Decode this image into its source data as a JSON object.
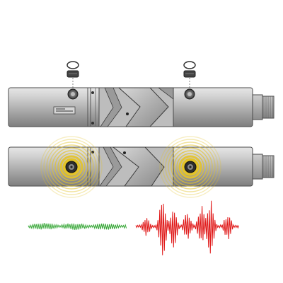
{
  "illustration": {
    "top_tool": {
      "name": "drill-string-sub",
      "state": "sensor-caps-removed",
      "plate_label": ""
    },
    "bottom_tool": {
      "name": "drill-string-sub",
      "state": "sensors-active"
    },
    "signals": {
      "quiet": {
        "color": "#3aa83a",
        "meaning": "low-amplitude-waveform"
      },
      "loud": {
        "color": "#e01818",
        "meaning": "high-amplitude-waveform"
      }
    },
    "emitter_color": "#e3c32a",
    "body_color": "#b9b9b9"
  }
}
